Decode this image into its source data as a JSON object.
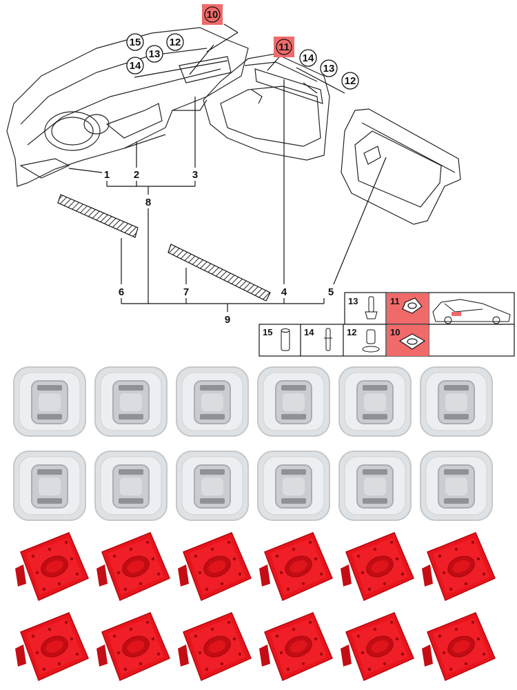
{
  "diagram": {
    "callouts_top": [
      "10",
      "11"
    ],
    "callout_dash": [
      "15",
      "12",
      "13",
      "14"
    ],
    "callout_door": [
      "14",
      "13",
      "12"
    ],
    "labels_row1": [
      "1",
      "2",
      "3"
    ],
    "label_group_a": "8",
    "labels_row2": [
      "6",
      "7",
      "4",
      "5"
    ],
    "label_group_b": "9",
    "parts_table": {
      "row1": [
        "13",
        "11"
      ],
      "row2": [
        "15",
        "14",
        "12",
        "10"
      ]
    }
  },
  "photos": {
    "clear_clip_rows": 2,
    "clear_clip_cols": 6,
    "red_clip_rows": 2,
    "red_clip_cols": 6
  },
  "colors": {
    "highlight": "#f06a6a",
    "clip_red": "#e8141c",
    "clip_clear": "#dfe2e4",
    "line": "#111111"
  }
}
